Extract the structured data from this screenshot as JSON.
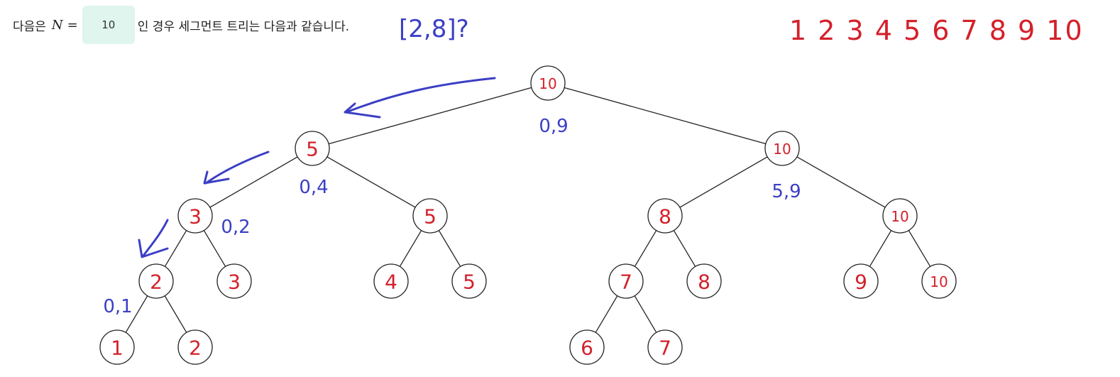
{
  "intro": {
    "prefix": "다음은",
    "n_symbol": "N",
    "equals": "=",
    "n_value": "10",
    "suffix": "인 경우 세그먼트 트리는 다음과 같습니다."
  },
  "annotations": {
    "range_query": "[2,8]?",
    "array_header": "1 2 3 4 5 6 7 8 9 10"
  },
  "tree": {
    "nodes": [
      {
        "id": "n1",
        "label": "10",
        "range": "0,9"
      },
      {
        "id": "n2",
        "label": "5",
        "range": "0,4"
      },
      {
        "id": "n3",
        "label": "10",
        "range": "5,9"
      },
      {
        "id": "n4",
        "label": "3",
        "range": "0,2"
      },
      {
        "id": "n5",
        "label": "5",
        "range": ""
      },
      {
        "id": "n6",
        "label": "8",
        "range": ""
      },
      {
        "id": "n7",
        "label": "10",
        "range": ""
      },
      {
        "id": "n8",
        "label": "2",
        "range": "0,1"
      },
      {
        "id": "n9",
        "label": "3",
        "range": ""
      },
      {
        "id": "n10",
        "label": "4",
        "range": ""
      },
      {
        "id": "n11",
        "label": "5",
        "range": ""
      },
      {
        "id": "n12",
        "label": "7",
        "range": ""
      },
      {
        "id": "n13",
        "label": "8",
        "range": ""
      },
      {
        "id": "n14",
        "label": "9",
        "range": ""
      },
      {
        "id": "n15",
        "label": "10",
        "range": ""
      },
      {
        "id": "n16",
        "label": "1",
        "range": ""
      },
      {
        "id": "n17",
        "label": "2",
        "range": ""
      },
      {
        "id": "n18",
        "label": "6",
        "range": ""
      },
      {
        "id": "n19",
        "label": "7",
        "range": ""
      }
    ],
    "edges": [
      [
        "n1",
        "n2"
      ],
      [
        "n1",
        "n3"
      ],
      [
        "n2",
        "n4"
      ],
      [
        "n2",
        "n5"
      ],
      [
        "n3",
        "n6"
      ],
      [
        "n3",
        "n7"
      ],
      [
        "n4",
        "n8"
      ],
      [
        "n4",
        "n9"
      ],
      [
        "n5",
        "n10"
      ],
      [
        "n5",
        "n11"
      ],
      [
        "n6",
        "n12"
      ],
      [
        "n6",
        "n13"
      ],
      [
        "n7",
        "n14"
      ],
      [
        "n7",
        "n15"
      ],
      [
        "n8",
        "n16"
      ],
      [
        "n8",
        "n17"
      ],
      [
        "n12",
        "n18"
      ],
      [
        "n12",
        "n19"
      ]
    ]
  },
  "colors": {
    "node_ink": "#d4202a",
    "note_ink": "#3b3fc4",
    "edge": "#222222",
    "input_bg": "#dff5ee"
  }
}
